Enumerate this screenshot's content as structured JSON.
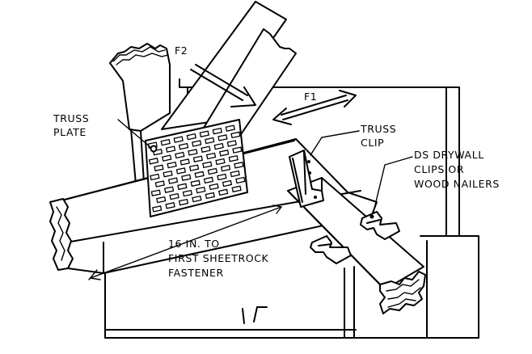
{
  "labels": {
    "truss_plate_1": "TRUSS",
    "truss_plate_2": "PLATE",
    "f2": "F2",
    "f1": "F1",
    "truss_clip_1": "TRUSS",
    "truss_clip_2": "CLIP",
    "ds_1": "DS DRYWALL",
    "ds_2": "CLIPS OR",
    "ds_3": "WOOD NAILERS",
    "fastener_1": "16 IN. TO",
    "fastener_2": "FIRST SHEETROCK",
    "fastener_3": "FASTENER"
  },
  "colors": {
    "line": "#000000",
    "background": "#ffffff"
  }
}
